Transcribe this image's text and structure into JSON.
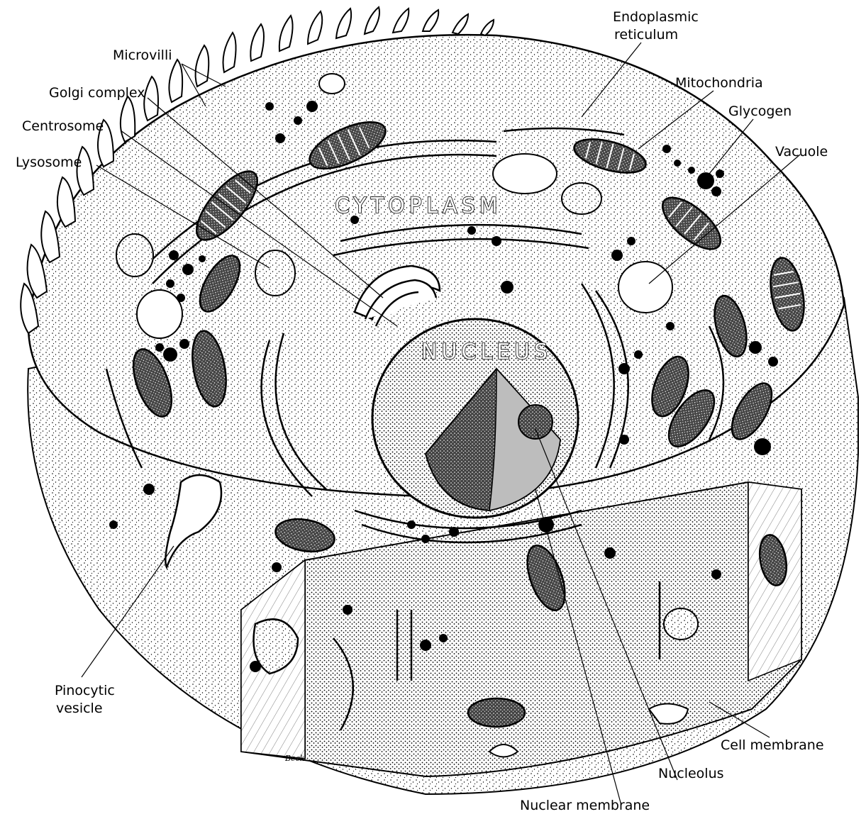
{
  "diagram": {
    "regions": {
      "cytoplasm": "CYTOPLASM",
      "nucleus": "NUCLEUS"
    },
    "labels": {
      "microvilli": "Microvilli",
      "golgi": "Golgi complex",
      "centrosome": "Centrosome",
      "lysosome": "Lysosome",
      "er_line1": "Endoplasmic",
      "er_line2": "reticulum",
      "mitochondria": "Mitochondria",
      "glycogen": "Glycogen",
      "vacuole": "Vacuole",
      "pinocytic_line1": "Pinocytic",
      "pinocytic_line2": "vesicle",
      "cell_membrane": "Cell membrane",
      "nucleolus": "Nucleolus",
      "nuclear_membrane": "Nuclear membrane"
    },
    "signature": "Beck",
    "colors": {
      "ink": "#000000",
      "paper": "#ffffff",
      "shade": "#bdbdbd"
    }
  }
}
